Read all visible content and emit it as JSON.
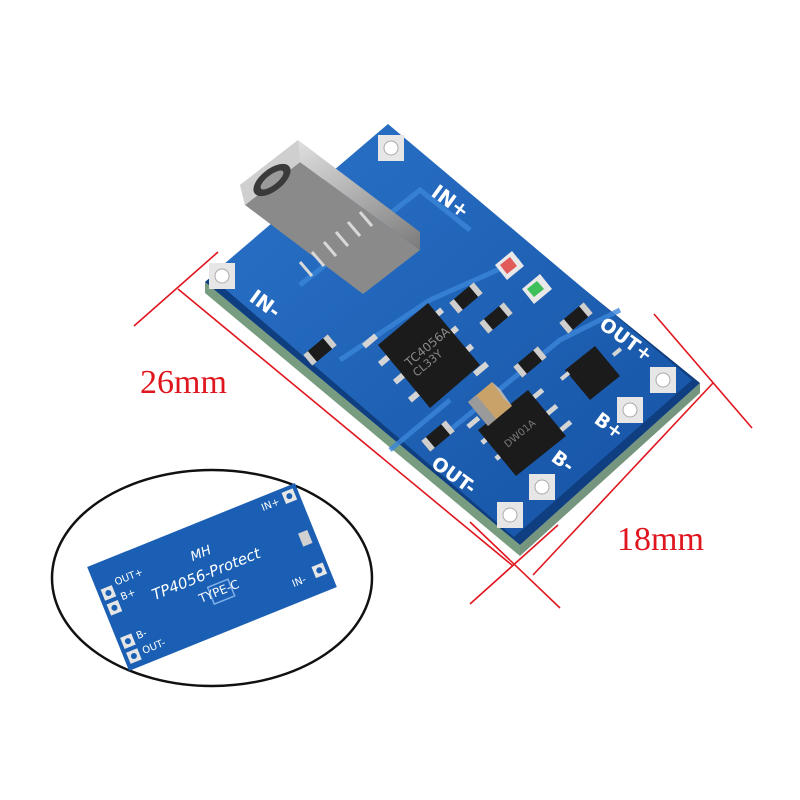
{
  "image": {
    "description": "TP4056 Type-C lithium battery charger module with protection, shown from top and bottom",
    "colors": {
      "pcb": "#1a5fb4",
      "pcb_dark": "#0d3f86",
      "silk": "#ffffff",
      "dimension": "#e0161f",
      "chip": "#1b1b1b"
    }
  },
  "dimensions": {
    "length": "26mm",
    "width": "18mm"
  },
  "front_labels": {
    "in_plus": "IN+",
    "in_minus": "IN-",
    "out_plus": "OUT+",
    "b_plus": "B+",
    "b_minus": "B-",
    "out_minus": "OUT-",
    "chip_main": "TC4056A",
    "chip_main_code": "CL33Y",
    "chip_protect": "DW01A"
  },
  "back_labels": {
    "out_plus": "OUT+",
    "b_plus": "B+",
    "b_minus": "B-",
    "out_minus": "OUT-",
    "in_plus": "IN+",
    "in_minus": "IN-",
    "brand": "MH",
    "model": "TP4056-Protect",
    "connector": "TYPE-C"
  }
}
